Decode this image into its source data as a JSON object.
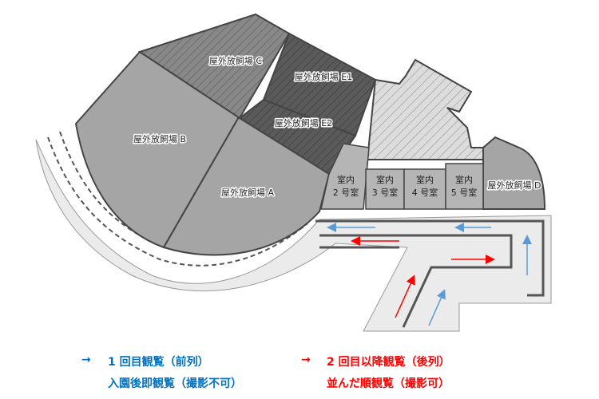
{
  "areas": {
    "a": "屋外放飼場 A",
    "b": "屋外放飼場 B",
    "c": "屋外放飼場 C",
    "d": "屋外放飼場 D",
    "e1": "屋外放飼場 E1",
    "e2": "屋外放飼場 E2"
  },
  "rooms": [
    {
      "line1": "室内",
      "line2": "2 号室"
    },
    {
      "line1": "室内",
      "line2": "3 号室"
    },
    {
      "line1": "室内",
      "line2": "4 号室"
    },
    {
      "line1": "室内",
      "line2": "5 号室"
    }
  ],
  "legend": {
    "first": {
      "arrow": "→",
      "title": "1 回目観覧（前列）",
      "note": "入園後即観覧（撮影不可）",
      "color": "#0070c0"
    },
    "second": {
      "arrow": "→",
      "title": "2 回目以降観覧（後列）",
      "note": "並んだ順観覧（撮影可）",
      "color": "#ff0000"
    }
  },
  "colors": {
    "blue_arrow": "#5b9bd5",
    "red_arrow": "#ff0000"
  }
}
